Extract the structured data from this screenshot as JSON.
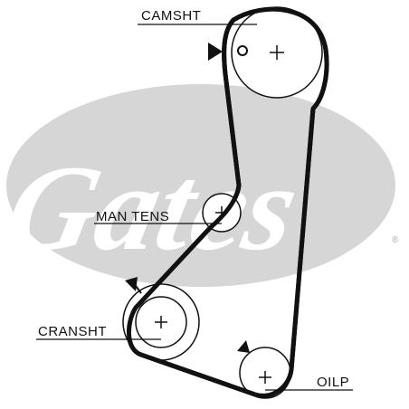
{
  "labels": {
    "camshaft": "CAMSHT",
    "tensioner": "MAN TENS",
    "crankshaft": "CRANSHT",
    "oil_pump": "OILP"
  },
  "logo": {
    "brand": "Gates",
    "registered": "®"
  },
  "colors": {
    "belt": "#111111",
    "logo": "#d4d4d4",
    "line": "#111111"
  },
  "icons": {
    "pulley_center": "plus-icon",
    "timing_mark": "triangle-marker-icon",
    "cam_timing_hole": "circle-icon"
  }
}
